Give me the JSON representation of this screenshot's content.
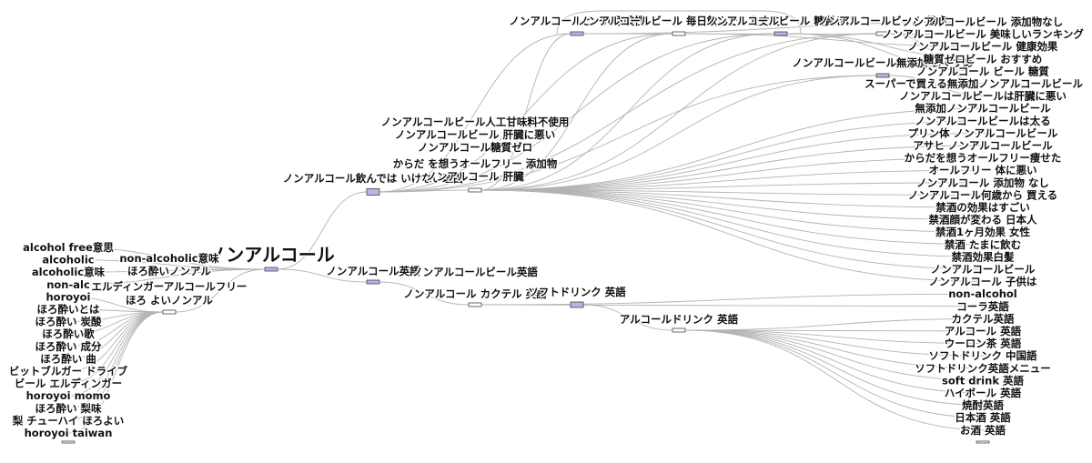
{
  "diagram": {
    "type": "keyword-tree",
    "root": "ノンアルコール",
    "left_labels": [
      "alcohol free意思",
      "alcoholic",
      "alcoholic意味",
      "non-alc",
      "horoyoi",
      "ほろ酔いとは",
      "ほろ酔い 炭酸",
      "ほろ酔い歌",
      "ほろ酔い 成分",
      "ほろ酔い 曲",
      "ビットブルガー ドライブ",
      "ビール エルディンガー",
      "horoyoi momo",
      "ほろ酔い 梨味",
      "梨 チューハイ ほろよい",
      "horoyoi taiwan"
    ],
    "left_hubs": [
      "non-alcoholic意味",
      "ほろ酔いノンアル",
      "エルディンガーアルコールフリー",
      "ほろ よいノンアル"
    ],
    "mid_upper": [
      "ノンアルコールビール人工甘味料不使用",
      "ノンアルコールビール 肝臓に悪い",
      "ノンアルコール糖質ゼロ",
      "からだ を想うオールフリー 添加物",
      "ノンアルコール飲んでは いけない理由",
      "ノンアルコール 肝臓"
    ],
    "mid_lower": [
      "ノンアルコール英語",
      "ノンアルコールビール英語",
      "ノンアルコール カクテル 英語",
      "ソフトドリンク 英語",
      "アルコールドリンク 英語"
    ],
    "top_row": [
      "ノンアルコールビール危険性",
      "ノンアルコールビール 毎日飲んでも大丈夫",
      "ノンアルコールビール 糖質ゼロ",
      "ノンアルコールビール 健康",
      "ノンアルコールビール無添加 おすすめ"
    ],
    "right_labels": [
      "ノンアルコールビール 添加物なし",
      "ノンアルコールビール 美味しいランキング",
      "ノンアルコールビール 健康効果",
      "糖質ゼロビール おすすめ",
      "ノンアルコール ビール 糖質",
      "スーパーで買える無添加ノンアルコールビール",
      "ノンアルコールビールは肝臓に悪い",
      "無添加ノンアルコールビール",
      "ノンアルコールビールは太る",
      "プリン体 ノンアルコールビール",
      "アサヒ ノンアルコールビール",
      "からだを想うオールフリー痩せた",
      "オールフリー 体に悪い",
      "ノンアルコール 添加物 なし",
      "ノンアルコール何歳から 買える",
      "禁酒の効果はすごい",
      "禁酒顔が変わる 日本人",
      "禁酒1ヶ月効果 女性",
      "禁酒 たまに飲む",
      "禁酒効果白髪",
      "ノンアルコールビール",
      "ノンアルコール 子供は",
      "non-alcohol",
      "コーラ英語",
      "カクテル英語",
      "アルコール 英語",
      "ウーロン茶 英語",
      "ソフトドリンク 中国語",
      "ソフトドリンク英語メニュー",
      "soft drink 英語",
      "ハイボール 英語",
      "焼酎英語",
      "日本酒 英語",
      "お酒 英語"
    ]
  }
}
